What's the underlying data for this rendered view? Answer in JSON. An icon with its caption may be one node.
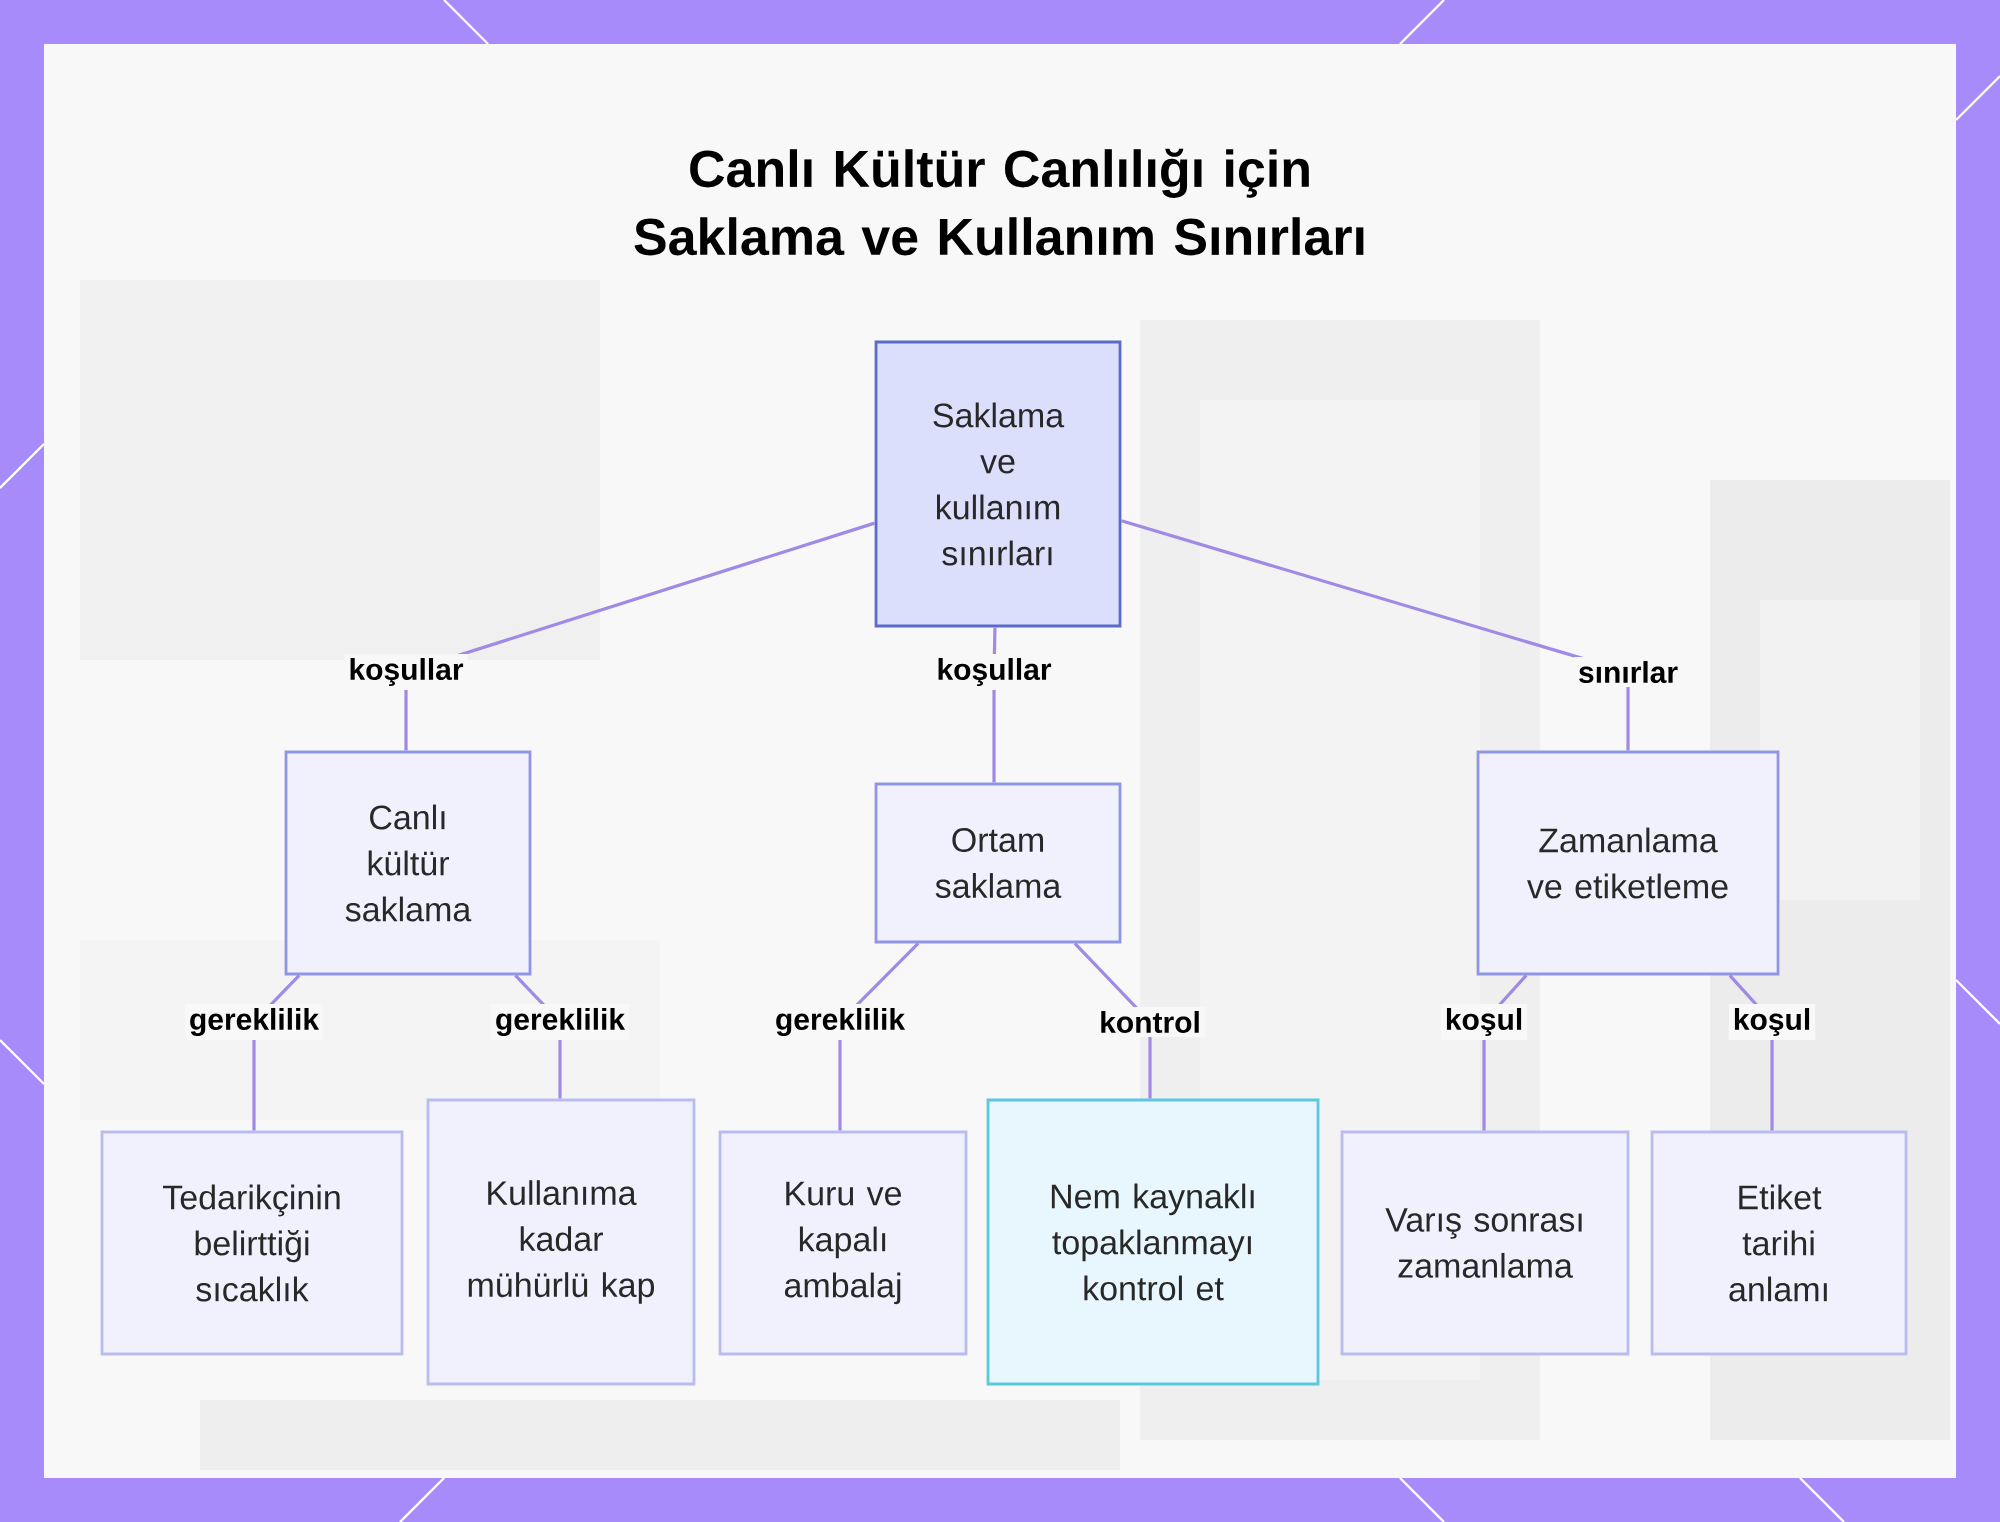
{
  "diagram": {
    "title": "Canlı Kültür Canlılığı için Saklama ve Kullanım Sınırları",
    "nodes": [
      {
        "text": [
          "Saklama ve kullanım sınırları"
        ]
      },
      {
        "text": [
          "Canlı kültür saklama"
        ]
      },
      {
        "text": [
          "Ortam saklama"
        ]
      },
      {
        "text": [
          "Zamanlama ve etiketleme"
        ]
      },
      {
        "text": [
          "Tedarikçinin belirttiği sıcaklık"
        ]
      },
      {
        "text": [
          "Kullanıma kadar mühürlü kap"
        ]
      },
      {
        "text": [
          "Kuru ve kapalı ambalaj"
        ]
      },
      {
        "text": [
          "Nem kaynaklı topaklanmayı kontrol et"
        ]
      },
      {
        "text": [
          "Varış sonrası zamanlama"
        ]
      },
      {
        "text": [
          "Etiket tarihi anlamı"
        ]
      }
    ],
    "edges": [
      {
        "from": 0,
        "to": 1,
        "arrow": "none",
        "label": "koşullar"
      },
      {
        "from": 0,
        "to": 2,
        "arrow": "none",
        "label": "koşullar"
      },
      {
        "from": 0,
        "to": 3,
        "arrow": "none",
        "label": "sınırlar"
      },
      {
        "from": 1,
        "to": 4,
        "arrow": "none",
        "label": "gereklilik"
      },
      {
        "from": 1,
        "to": 5,
        "arrow": "none",
        "label": "gereklilik"
      },
      {
        "from": 2,
        "to": 6,
        "arrow": "none",
        "label": "gereklilik"
      },
      {
        "from": 2,
        "to": 7,
        "arrow": "none",
        "label": "kontrol"
      },
      {
        "from": 3,
        "to": 8,
        "arrow": "none",
        "label": "koşul"
      },
      {
        "from": 3,
        "to": 9,
        "arrow": "none",
        "label": "koşul"
      }
    ]
  }
}
